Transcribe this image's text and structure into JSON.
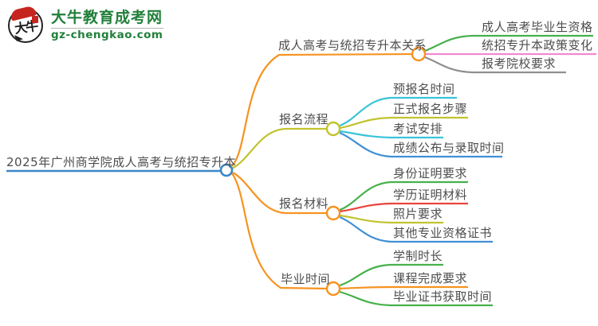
{
  "logo": {
    "icon_text": "大牛",
    "title": "大牛教育成考网",
    "subtitle": "gz-chengkao.com"
  },
  "colors": {
    "orange": "#f79321",
    "olive": "#c2c32f",
    "green": "#47b14b",
    "pink": "#ef8ad2",
    "gray": "#8f8f8f",
    "cyan": "#3bc3d8",
    "blue": "#4090d5",
    "red": "#e8443f",
    "root_blue": "#3a87c8",
    "node_fill": "#ffffff",
    "logo_green": "#217f3a",
    "text": "#4d4d4d"
  },
  "mindmap": {
    "root": {
      "label": "2025年广州商学院成人高考与统招专升本"
    },
    "branches": [
      {
        "label": "成人高考与统招专升本关系",
        "children": [
          "成人高考毕业生资格",
          "统招专升本政策变化",
          "报考院校要求"
        ]
      },
      {
        "label": "报名流程",
        "children": [
          "预报名时间",
          "正式报名步骤",
          "考试安排",
          "成绩公布与录取时间"
        ]
      },
      {
        "label": "报名材料",
        "children": [
          "身份证明要求",
          "学历证明材料",
          "照片要求",
          "其他专业资格证书"
        ]
      },
      {
        "label": "毕业时间",
        "children": [
          "学制时长",
          "课程完成要求",
          "毕业证书获取时间"
        ]
      }
    ]
  }
}
